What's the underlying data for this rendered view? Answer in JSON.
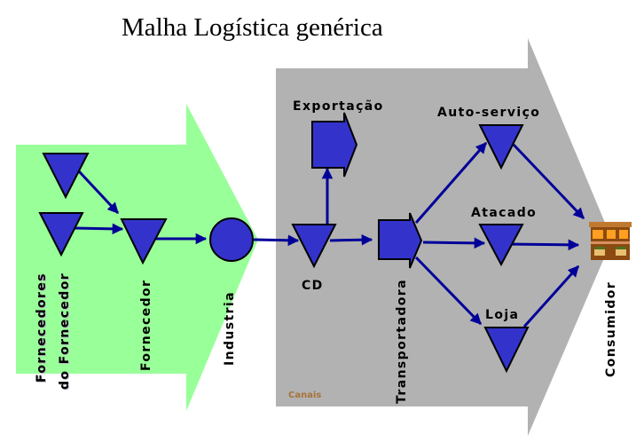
{
  "title": "Malha Logística genérica",
  "colors": {
    "supply_region": "#99ff99",
    "channels_region": "#b2b2b2",
    "node_fill": "#3333cc",
    "edge": "#000099",
    "canais_label": "#a8723c"
  },
  "regions": {
    "supply": {
      "label": ""
    },
    "channels": {
      "label": "Canais"
    }
  },
  "nodes": {
    "fornecedores_do_fornecedor": {
      "label_line1": "Fornecedores",
      "label_line2": "do Fornecedor",
      "shape": "triangle-down"
    },
    "fornecedor": {
      "label": "Fornecedor",
      "shape": "triangle-down"
    },
    "industria": {
      "label": "Industria",
      "shape": "circle"
    },
    "cd": {
      "label": "CD",
      "shape": "triangle-down"
    },
    "exportacao": {
      "label": "Exportação",
      "shape": "arrow-box"
    },
    "transportadora": {
      "label": "Transportadora",
      "shape": "arrow-box"
    },
    "auto_servico": {
      "label": "Auto-serviço",
      "shape": "triangle-down"
    },
    "atacado": {
      "label": "Atacado",
      "shape": "triangle-down"
    },
    "loja": {
      "label": "Loja",
      "shape": "triangle-down"
    },
    "consumidor": {
      "label": "Consumidor",
      "shape": "house-icon"
    }
  },
  "edges": [
    {
      "from": "fornecedores_do_fornecedor (upper)",
      "to": "fornecedor"
    },
    {
      "from": "fornecedores_do_fornecedor (lower)",
      "to": "fornecedor"
    },
    {
      "from": "fornecedor",
      "to": "industria"
    },
    {
      "from": "industria",
      "to": "cd"
    },
    {
      "from": "cd",
      "to": "exportacao"
    },
    {
      "from": "cd",
      "to": "transportadora"
    },
    {
      "from": "transportadora",
      "to": "auto_servico"
    },
    {
      "from": "transportadora",
      "to": "atacado"
    },
    {
      "from": "transportadora",
      "to": "loja"
    },
    {
      "from": "auto_servico",
      "to": "consumidor"
    },
    {
      "from": "atacado",
      "to": "consumidor"
    },
    {
      "from": "loja",
      "to": "consumidor"
    }
  ]
}
